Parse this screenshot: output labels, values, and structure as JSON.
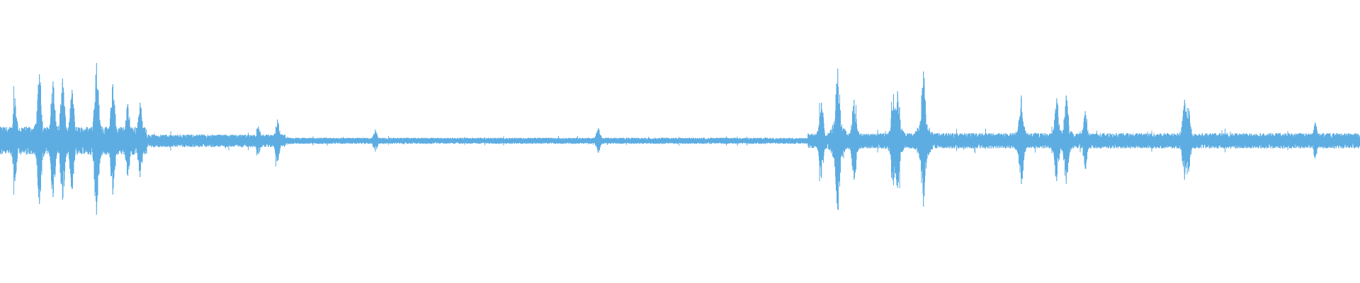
{
  "waveform": {
    "color": "#5DADE2",
    "background": "#FFFFFF",
    "noise_floor": [
      {
        "from": 0.0,
        "to": 0.108,
        "amp": 0.1
      },
      {
        "from": 0.108,
        "to": 0.21,
        "amp": 0.045
      },
      {
        "from": 0.21,
        "to": 0.594,
        "amp": 0.022
      },
      {
        "from": 0.594,
        "to": 1.0,
        "amp": 0.055
      }
    ],
    "peaks": [
      {
        "t": 0.011,
        "amp": 0.3
      },
      {
        "t": 0.029,
        "amp": 0.47
      },
      {
        "t": 0.039,
        "amp": 0.42
      },
      {
        "t": 0.046,
        "amp": 0.44
      },
      {
        "t": 0.053,
        "amp": 0.36
      },
      {
        "t": 0.071,
        "amp": 0.55
      },
      {
        "t": 0.083,
        "amp": 0.4
      },
      {
        "t": 0.094,
        "amp": 0.26
      },
      {
        "t": 0.103,
        "amp": 0.27
      },
      {
        "t": 0.19,
        "amp": 0.1
      },
      {
        "t": 0.204,
        "amp": 0.15
      },
      {
        "t": 0.276,
        "amp": 0.08
      },
      {
        "t": 0.44,
        "amp": 0.09
      },
      {
        "t": 0.604,
        "amp": 0.27
      },
      {
        "t": 0.616,
        "amp": 0.51
      },
      {
        "t": 0.628,
        "amp": 0.29
      },
      {
        "t": 0.657,
        "amp": 0.33
      },
      {
        "t": 0.66,
        "amp": 0.35
      },
      {
        "t": 0.679,
        "amp": 0.49
      },
      {
        "t": 0.751,
        "amp": 0.32
      },
      {
        "t": 0.777,
        "amp": 0.3
      },
      {
        "t": 0.784,
        "amp": 0.32
      },
      {
        "t": 0.798,
        "amp": 0.21
      },
      {
        "t": 0.871,
        "amp": 0.29
      },
      {
        "t": 0.874,
        "amp": 0.23
      },
      {
        "t": 0.967,
        "amp": 0.13
      }
    ]
  }
}
